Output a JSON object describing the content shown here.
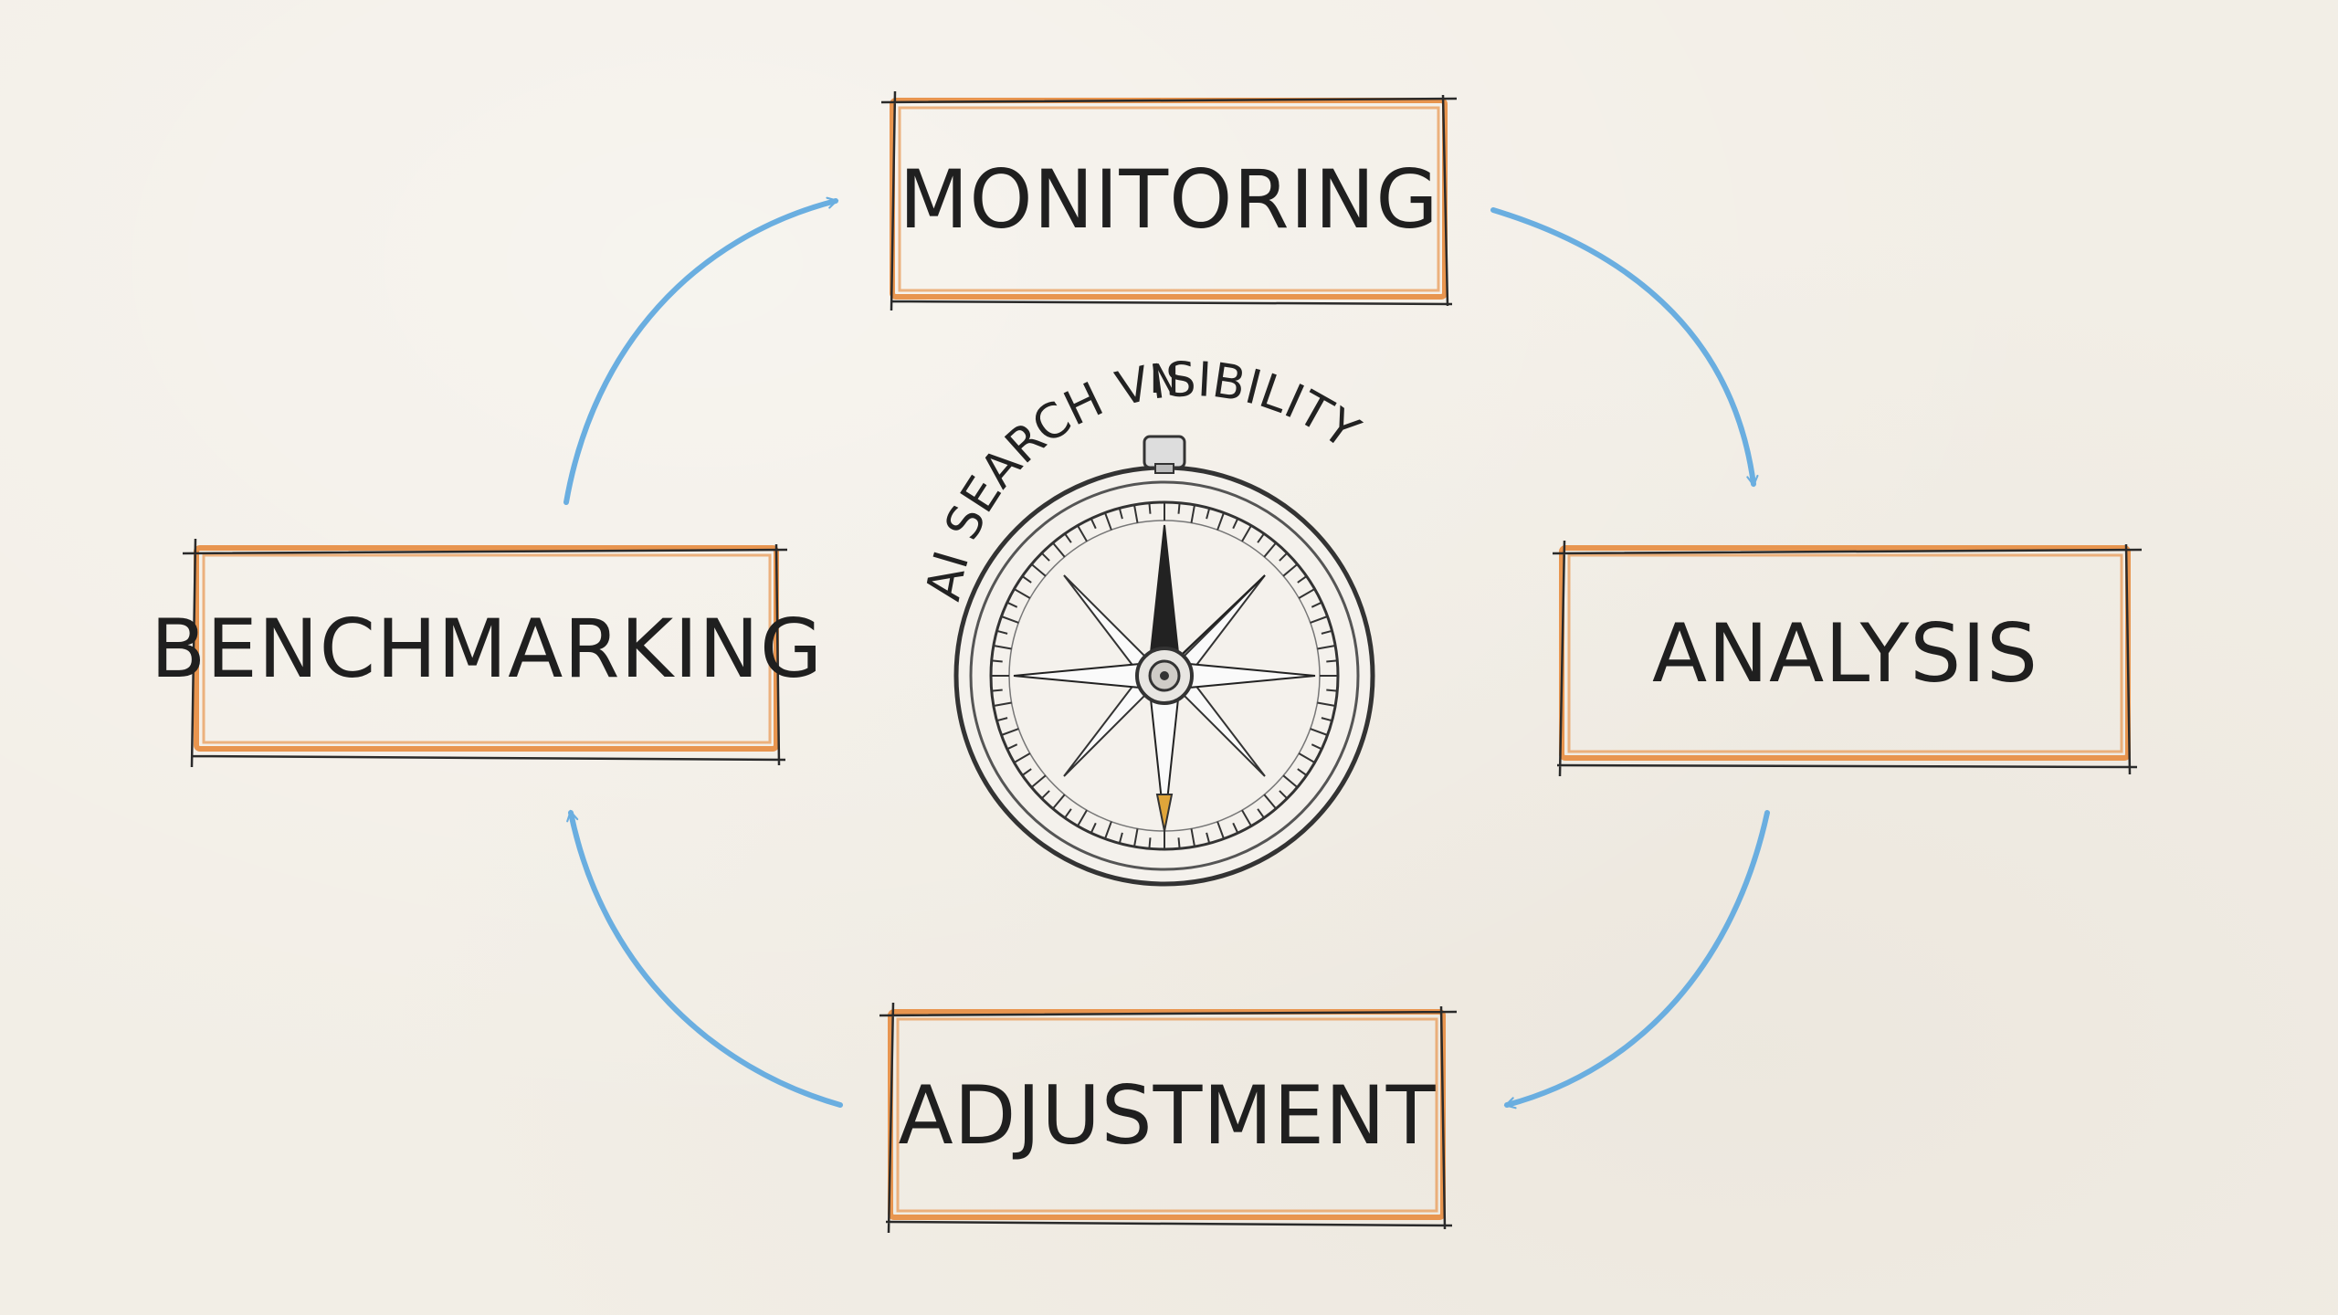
{
  "nodes": {
    "monitoring": {
      "label": "MONITORING"
    },
    "analysis": {
      "label": "ANALYSIS"
    },
    "adjustment": {
      "label": "ADJUSTMENT"
    },
    "benchmarking": {
      "label": "BENCHMARKING"
    }
  },
  "center": {
    "ring_text": "AI SEARCH VISIBILITY",
    "north_label": "N",
    "icon": "compass-icon"
  },
  "cycle_order": [
    "MONITORING",
    "ANALYSIS",
    "ADJUSTMENT",
    "BENCHMARKING"
  ],
  "colors": {
    "box_border": "#e8954f",
    "box_sketch": "#2a2a2a",
    "arrow": "#6aaee0",
    "ink": "#1f1f1f",
    "background": "#f2eee6"
  }
}
